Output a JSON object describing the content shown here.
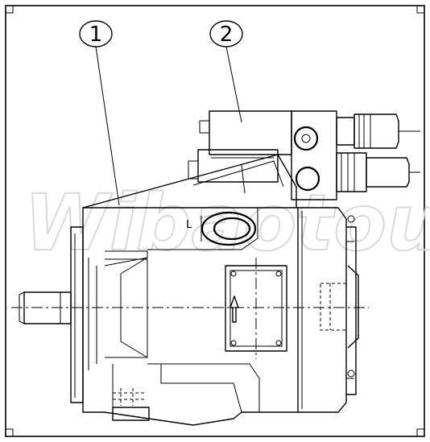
{
  "callouts": [
    {
      "label": "1",
      "part": "pump-body"
    },
    {
      "label": "2",
      "part": "control-valve"
    }
  ],
  "port_label": "L",
  "watermark": "Wibaotou",
  "colors": {
    "line": "#000000",
    "watermark": "#d9d9d9",
    "background": "#ffffff"
  }
}
